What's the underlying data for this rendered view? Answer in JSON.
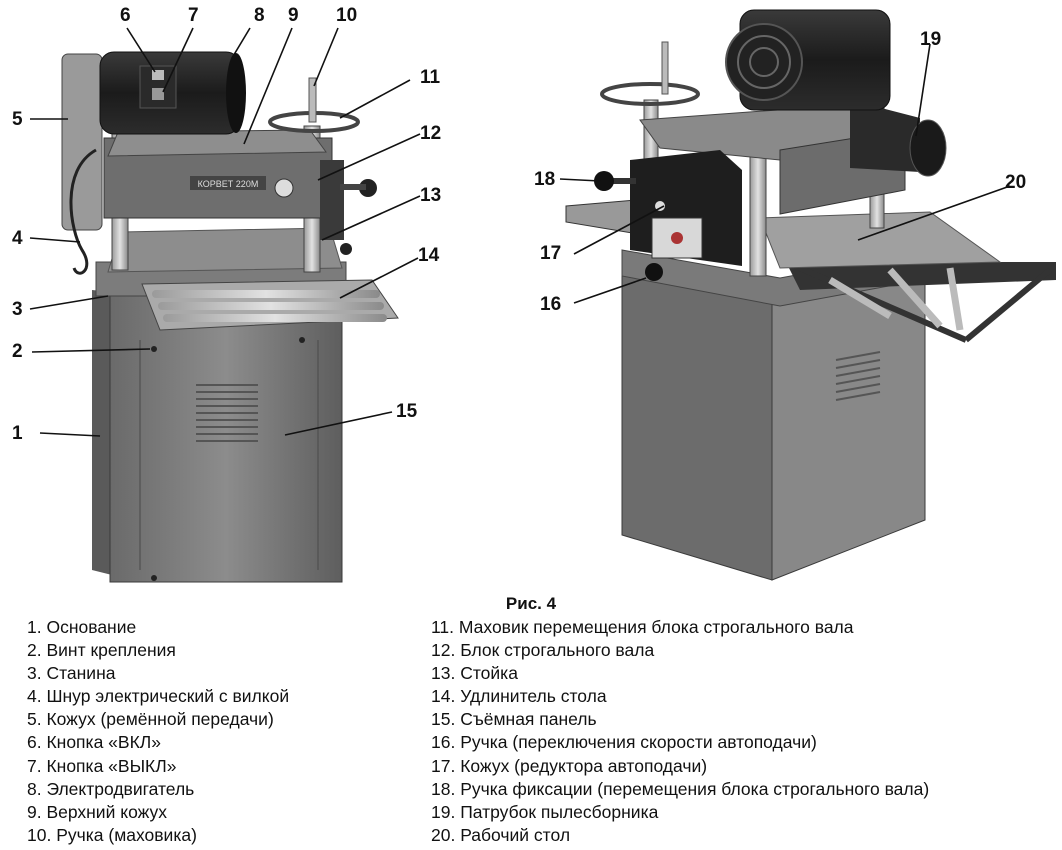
{
  "figure": {
    "caption": "Рис. 4",
    "callouts": [
      "1",
      "2",
      "3",
      "4",
      "5",
      "6",
      "7",
      "8",
      "9",
      "10",
      "11",
      "12",
      "13",
      "14",
      "15",
      "16",
      "17",
      "18",
      "19",
      "20"
    ],
    "machine_label": "КОРВЕТ 220М"
  },
  "legend": {
    "left": [
      "1. Основание",
      "2. Винт крепления",
      "3. Станина",
      "4. Шнур электрический с вилкой",
      "5. Кожух (ремённой передачи)",
      "6. Кнопка «ВКЛ»",
      "7. Кнопка «ВЫКЛ»",
      "8. Электродвигатель",
      "9. Верхний кожух",
      "10. Ручка (маховика)"
    ],
    "right": [
      "11. Маховик перемещения блока строгального вала",
      "12. Блок строгального вала",
      "13. Стойка",
      "14. Удлинитель стола",
      "15. Съёмная панель",
      "16. Ручка (переключения скорости автоподачи)",
      "17. Кожух (редуктора автоподачи)",
      "18. Ручка фиксации (перемещения блока строгального вала)",
      "19. Патрубок пылесборника",
      "20. Рабочий стол"
    ]
  }
}
